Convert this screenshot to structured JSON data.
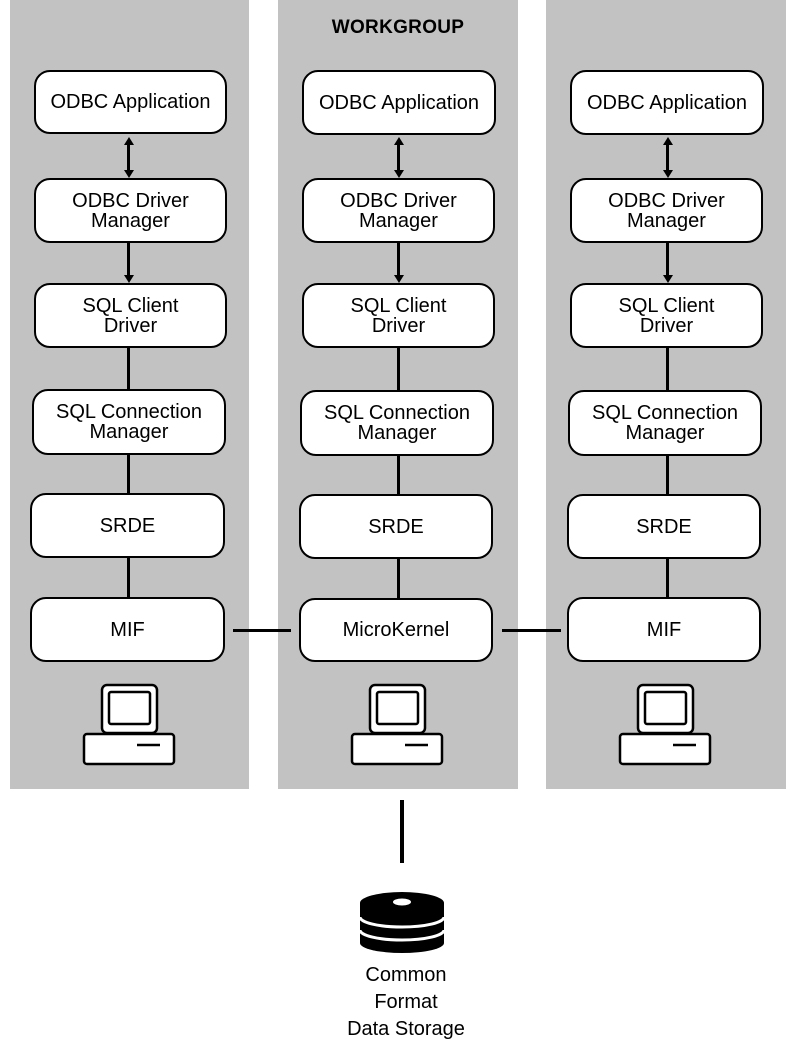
{
  "workgroup": {
    "title": "WORKGROUP"
  },
  "columns": [
    {
      "boxes": {
        "odbc_application": "ODBC Application",
        "odbc_driver_manager": "ODBC Driver\nManager",
        "sql_client_driver": "SQL Client\nDriver",
        "sql_connection_manager": "SQL Connection\nManager",
        "srde": "SRDE",
        "bottom": "MIF"
      }
    },
    {
      "boxes": {
        "odbc_application": "ODBC Application",
        "odbc_driver_manager": "ODBC Driver\nManager",
        "sql_client_driver": "SQL Client\nDriver",
        "sql_connection_manager": "SQL Connection\nManager",
        "srde": "SRDE",
        "bottom": "MicroKernel"
      }
    },
    {
      "boxes": {
        "odbc_application": "ODBC Application",
        "odbc_driver_manager": "ODBC Driver\nManager",
        "sql_client_driver": "SQL Client\nDriver",
        "sql_connection_manager": "SQL Connection\nManager",
        "srde": "SRDE",
        "bottom": "MIF"
      }
    }
  ],
  "storage": {
    "label": "Common\nFormat\nData Storage",
    "icon": "database-disk-icon"
  },
  "icons": {
    "workstation": "computer-icon"
  },
  "colors": {
    "column_background": "#c2c2c2",
    "box_fill": "#ffffff",
    "stroke": "#000000"
  }
}
